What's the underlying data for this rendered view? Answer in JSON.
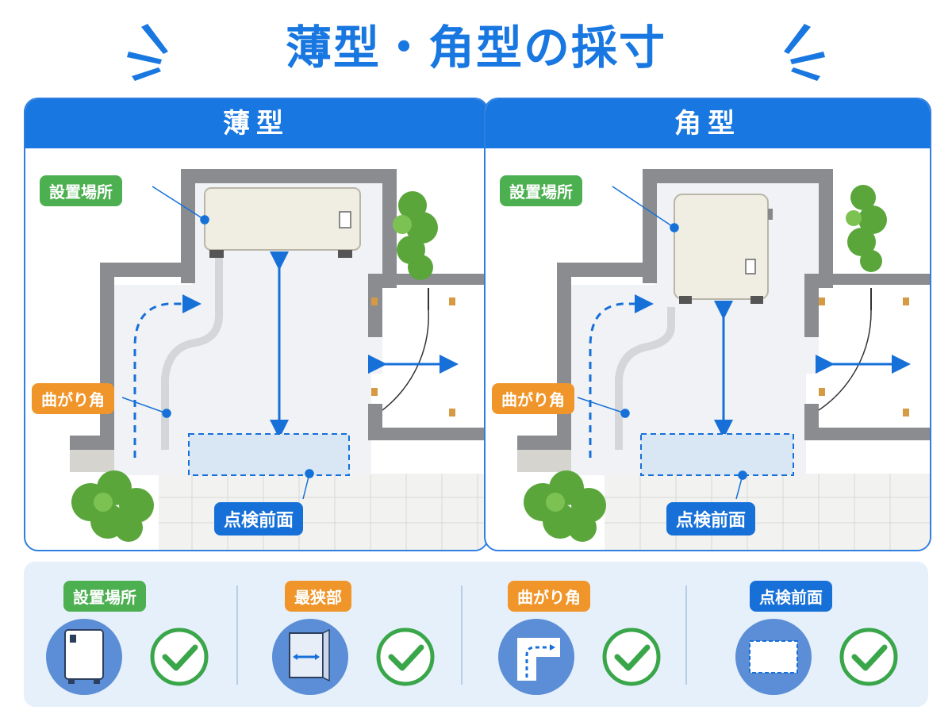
{
  "title": "薄型・角型の採寸",
  "panels": [
    {
      "header": "薄型",
      "labels": {
        "location": "設置場所",
        "corner": "曲がり角",
        "inspection": "点検前面"
      }
    },
    {
      "header": "角型",
      "labels": {
        "location": "設置場所",
        "corner": "曲がり角",
        "inspection": "点検前面"
      }
    }
  ],
  "checklist": [
    {
      "label": "設置場所",
      "color": "#4caf50",
      "icon": "water-heater-icon"
    },
    {
      "label": "最狭部",
      "color": "#f0952a",
      "icon": "door-width-icon"
    },
    {
      "label": "曲がり角",
      "color": "#f0952a",
      "icon": "corner-path-icon"
    },
    {
      "label": "点検前面",
      "color": "#1670d8",
      "icon": "inspection-area-icon"
    }
  ],
  "colors": {
    "accent": "#1877e0",
    "green": "#4caf50",
    "orange": "#f0952a",
    "check": "#3aa64a"
  }
}
